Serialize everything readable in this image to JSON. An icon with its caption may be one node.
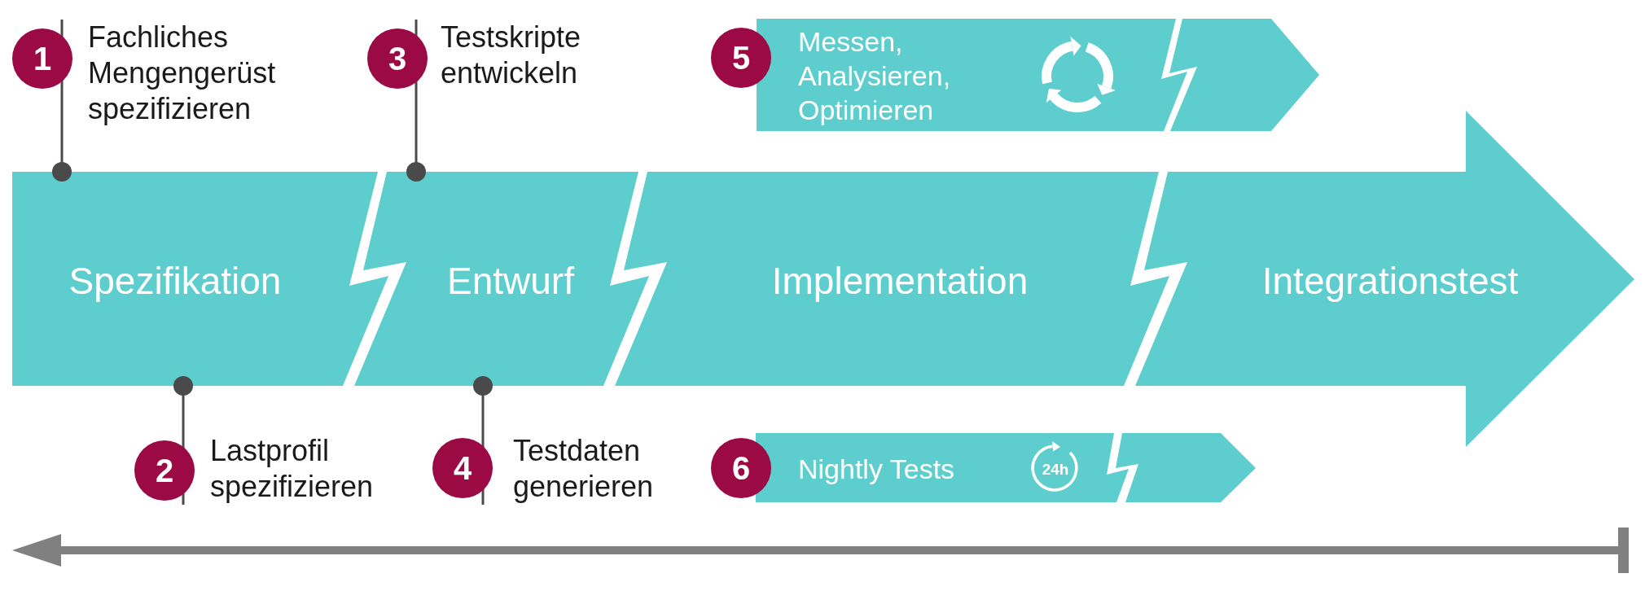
{
  "diagram": {
    "nodes": [
      {
        "text": [
          "1"
        ],
        "beside": [
          "Fachliches Mengengerüst spezifizieren"
        ]
      },
      {
        "text": [
          "3"
        ],
        "beside": [
          "Testskripte entwickeln"
        ]
      },
      {
        "text": [
          "5"
        ]
      },
      {
        "text": [
          "Messen, Analysieren, Optimieren"
        ]
      },
      {
        "text": [
          "Spezifikation"
        ]
      },
      {
        "text": [
          "Entwurf"
        ]
      },
      {
        "text": [
          "Implementation"
        ]
      },
      {
        "text": [
          "Integrationstest"
        ]
      },
      {
        "text": [
          "2"
        ],
        "beside": [
          "Lastprofil spezifizieren"
        ]
      },
      {
        "text": [
          "4"
        ],
        "beside": [
          "Testdaten generieren"
        ]
      },
      {
        "text": [
          "6"
        ]
      },
      {
        "text": [
          "Nightly Tests",
          "24h"
        ]
      }
    ],
    "edges": [
      {
        "from": 0,
        "to": 4,
        "arrow": "other"
      },
      {
        "from": 1,
        "to": 5,
        "arrow": "other"
      },
      {
        "from": 8,
        "to": 4,
        "arrow": "other"
      },
      {
        "from": 9,
        "to": 5,
        "arrow": "other"
      }
    ]
  }
}
